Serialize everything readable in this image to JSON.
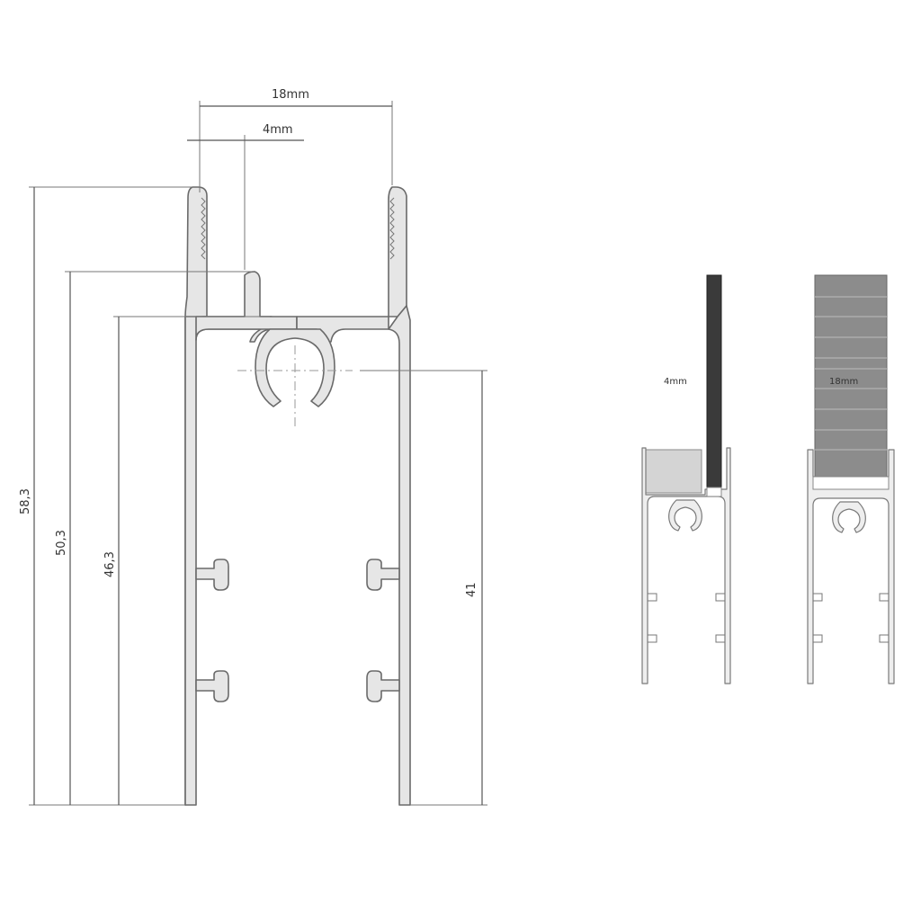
{
  "dimensions": {
    "width_top": "18mm",
    "width_slot": "4mm",
    "height_total": "58,3",
    "height_inner_fin": "50,3",
    "height_cross_bar": "46,3",
    "height_center": "41"
  },
  "examples": {
    "glass_4_label": "4mm",
    "glass_18_label": "18mm"
  },
  "colors": {
    "profile_fill": "#e6e6e6",
    "profile_stroke": "#6a6a6a",
    "glass_dark": "#3a3a3a",
    "glass_grey": "#8c8c8c"
  }
}
